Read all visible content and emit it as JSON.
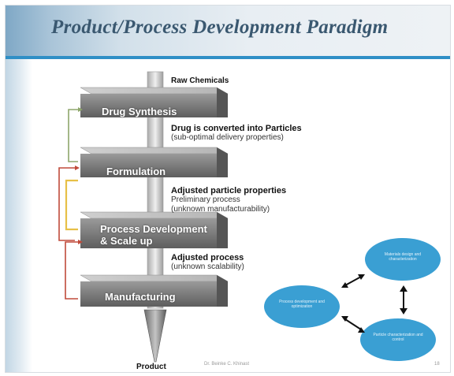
{
  "title": "Product/Process Development Paradigm",
  "input_label": "Raw Chemicals",
  "output_label": "Product",
  "stages": [
    {
      "label_line1": "Drug Synthesis",
      "label_line2": ""
    },
    {
      "label_line1": "Formulation",
      "label_line2": ""
    },
    {
      "label_line1": "Process Development",
      "label_line2": "& Scale up"
    },
    {
      "label_line1": "Manufacturing",
      "label_line2": ""
    }
  ],
  "notes": [
    {
      "bold": "Drug is converted into Particles",
      "regular": [
        "(sub-optimal delivery properties)"
      ]
    },
    {
      "bold": "Adjusted particle properties",
      "regular": [
        "Preliminary process",
        "(unknown manufacturability)"
      ]
    },
    {
      "bold": "Adjusted process",
      "regular": [
        "(unknown scalability)"
      ]
    }
  ],
  "cluster": [
    {
      "text": "Materials design and characterization"
    },
    {
      "text": "Process development and optimization"
    },
    {
      "text": "Particle characterization and control"
    }
  ],
  "footer": {
    "author": "Dr. Beinke C. Khinast",
    "page": "18"
  },
  "colors": {
    "title": "#3a5870",
    "accent_stripe": "#2f8fc6",
    "shaft": "#c9c9c9",
    "ellipse": "#3a9fd3",
    "bracket_green": "#8ea66b",
    "bracket_orange": "#e7c047",
    "bracket_red": "#c04a3a"
  }
}
